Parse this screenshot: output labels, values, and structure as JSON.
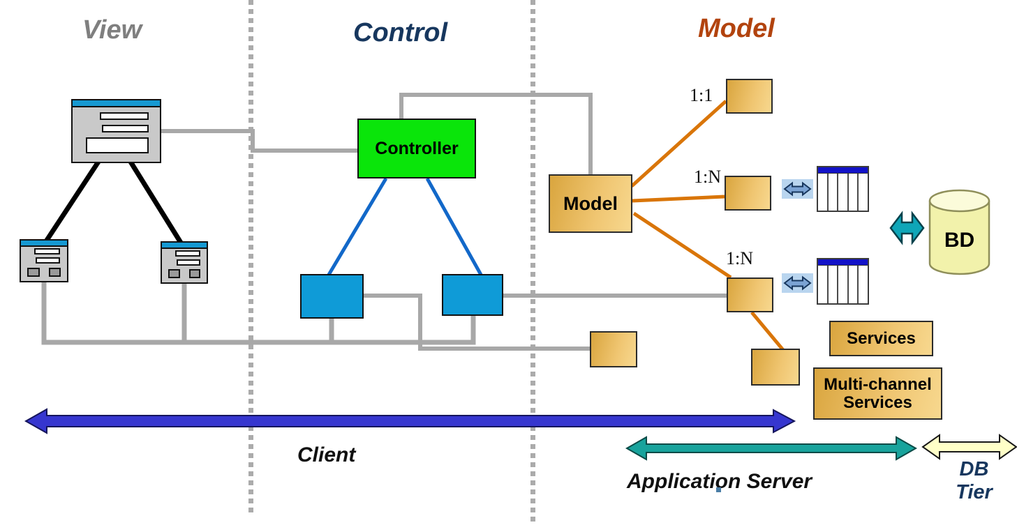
{
  "sections": {
    "view": {
      "title": "View"
    },
    "control": {
      "title": "Control"
    },
    "model": {
      "title": "Model"
    }
  },
  "nodes": {
    "controller": {
      "label": "Controller"
    },
    "model": {
      "label": "Model"
    },
    "database": {
      "label": "BD"
    },
    "services": {
      "label": "Services"
    },
    "multichannel_services": {
      "label": "Multi-channel Services"
    }
  },
  "relations": {
    "one_to_one": "1:1",
    "one_to_many_middle": "1:N",
    "one_to_many_lower": "1:N"
  },
  "tiers": {
    "client": {
      "label": "Client"
    },
    "application_server": {
      "label": "Application Server"
    },
    "db_tier": {
      "label_line1": "DB",
      "label_line2": "Tier"
    }
  },
  "colors": {
    "view_title": "#7f7f7f",
    "control_title": "#17375e",
    "model_title": "#b2430e",
    "controller_fill": "#0ae50a",
    "blue_box_fill": "#0f9bd7",
    "orange_box_fill": "#e8b955",
    "orange_line": "#d97508",
    "gray_line": "#a8a8a8",
    "blue_line": "#1268c9",
    "client_arrow": "#3636cf",
    "application_server_arrow": "#18a39c",
    "db_tier_arrow": "#ffffc8",
    "db_sync_arrow": "#0fa6b8",
    "sync_icon_arrow": "#7ba3d4",
    "table_header": "#1212c8",
    "cylinder_fill": "#f2f2ab",
    "window_titlebar": "#1699d2"
  }
}
